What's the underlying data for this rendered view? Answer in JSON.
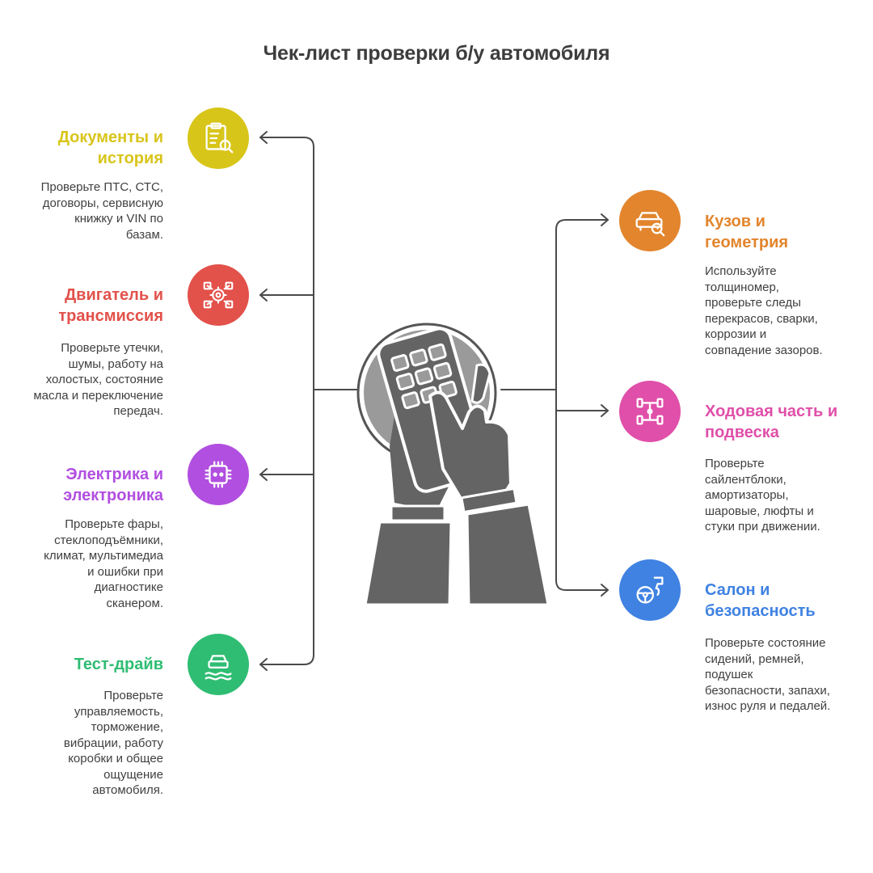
{
  "title": "Чек-лист проверки б/у автомобиля",
  "colors": {
    "line": "#4a4a4a",
    "hand": "#646464",
    "disc": "#9a9a9a"
  },
  "items": [
    {
      "heading": "Документы и\nистория",
      "text": "Проверьте ПТС, СТС,\nдоговоры, сервисную\nкнижку и VIN по\nбазам.",
      "color": "#d8c51a",
      "icon": "document-search-icon"
    },
    {
      "heading": "Двигатель и\nтрансмиссия",
      "text": "Проверьте утечки,\nшумы, работу на\nхолостых, состояние\nмасла и переключение\nпередач.",
      "color": "#e2514a",
      "icon": "engine-icon"
    },
    {
      "heading": "Электрика и\nэлектроника",
      "text": "Проверьте фары,\nстеклоподъёмники,\nклимат, мультимедиа\nи ошибки при\nдиагностике\nсканером.",
      "color": "#b14fe0",
      "icon": "chip-icon"
    },
    {
      "heading": "Тест-драйв",
      "text": "Проверьте\nуправляемость,\nторможение,\nвибрации, работу\nкоробки и общее\nощущение\nавтомобиля.",
      "color": "#2fbd73",
      "icon": "car-road-icon"
    },
    {
      "heading": "Кузов и\nгеометрия",
      "text": "Используйте\nтолщиномер,\nпроверьте следы\nперекрасов, сварки,\nкоррозии и\nсовпадение зазоров.",
      "color": "#e2852d",
      "icon": "car-search-icon"
    },
    {
      "heading": "Ходовая часть и\nподвеска",
      "text": "Проверьте\nсайлентблоки,\nамортизаторы,\nшаровые, люфты и\nстуки при движении.",
      "color": "#e04fa9",
      "icon": "chassis-icon"
    },
    {
      "heading": "Салон и\nбезопасность",
      "text": "Проверьте состояние\nсидений, ремней,\nподушек\nбезопасности, запахи,\nизнос руля и педалей.",
      "color": "#3f82e2",
      "icon": "steering-wheel-icon"
    }
  ]
}
